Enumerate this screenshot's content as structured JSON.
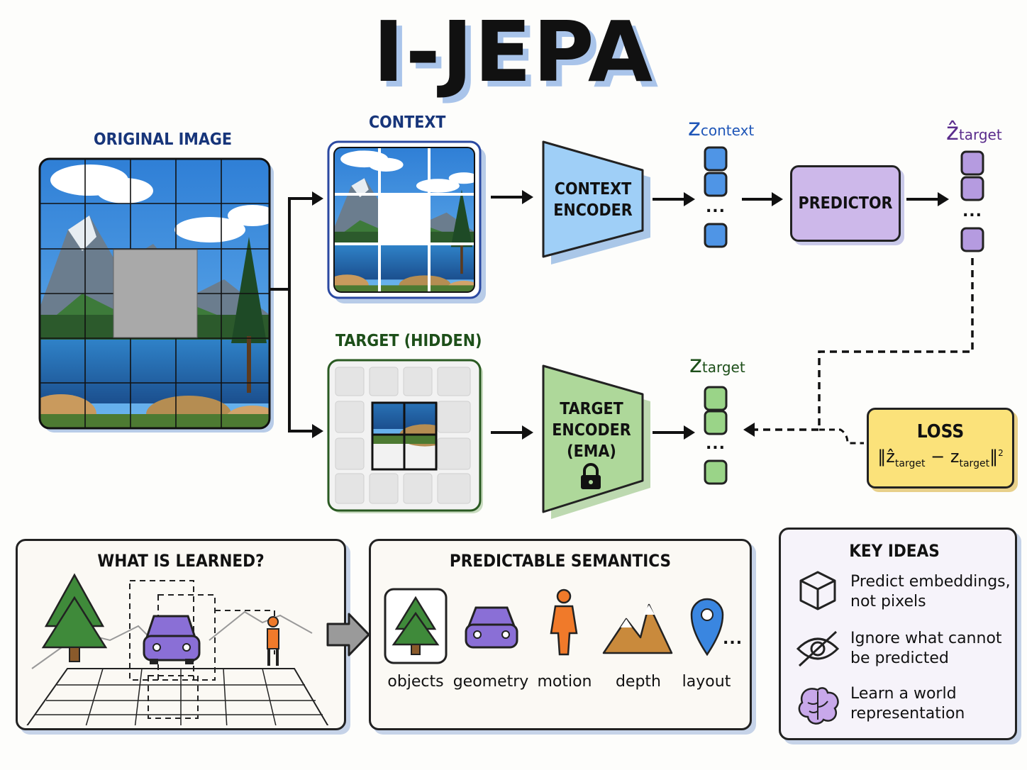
{
  "title": "I-JEPA",
  "labels": {
    "original_image": "ORIGINAL IMAGE",
    "context": "CONTEXT",
    "target_hidden": "TARGET (HIDDEN)"
  },
  "context_encoder": {
    "line1": "CONTEXT",
    "line2": "ENCODER"
  },
  "target_encoder": {
    "line1": "TARGET",
    "line2": "ENCODER",
    "line3": "(EMA)"
  },
  "predictor": "PREDICTOR",
  "embeddings": {
    "z_context": {
      "base": "z",
      "sub": "context"
    },
    "z_hat_target": {
      "base": "ẑ",
      "sub": "target"
    },
    "z_target": {
      "base": "z",
      "sub": "target"
    },
    "ellipsis": "..."
  },
  "loss": {
    "title": "LOSS",
    "hat": "ẑ",
    "sub": "target",
    "minus": "−",
    "z": "z",
    "sup": "2"
  },
  "what_is_learned": {
    "title": "WHAT IS LEARNED?"
  },
  "predictable_semantics": {
    "title": "PREDICTABLE SEMANTICS",
    "items": [
      "objects",
      "geometry",
      "motion",
      "depth",
      "layout"
    ],
    "ellipsis": "..."
  },
  "key_ideas": {
    "title": "KEY IDEAS",
    "items": [
      {
        "icon": "cube-icon",
        "line1": "Predict embeddings,",
        "line2": "not pixels"
      },
      {
        "icon": "eye-slash-icon",
        "line1": "Ignore what cannot",
        "line2": "be predicted"
      },
      {
        "icon": "brain-icon",
        "line1": "Learn a world",
        "line2": "representation"
      }
    ]
  },
  "colors": {
    "context_blue": "#9fcff7",
    "token_blue": "#4f95e6",
    "target_green": "#aed89a",
    "token_green": "#9ad488",
    "predictor_purple": "#cdb8ea",
    "token_purple": "#b59be0",
    "loss_yellow": "#fbe27a"
  }
}
